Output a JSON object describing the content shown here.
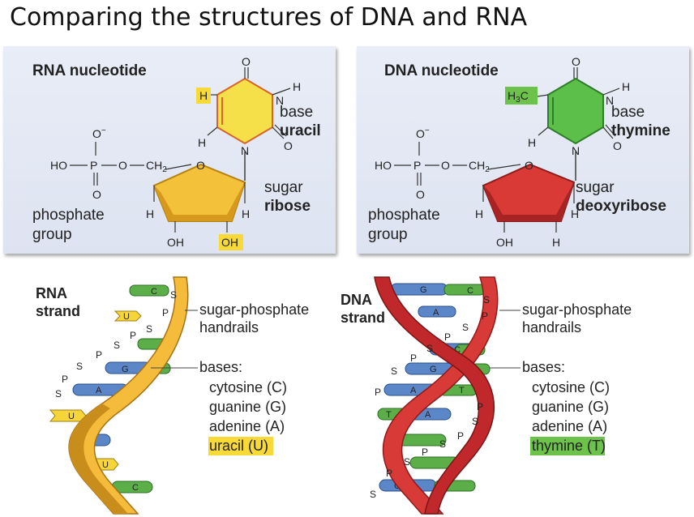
{
  "title": "Comparing the structures of DNA and RNA",
  "colors": {
    "panel_bg": "#e4e9f5",
    "yellow": "#f5c83a",
    "green": "#5bb845",
    "red": "#d33a3a",
    "blue": "#5b86c8",
    "highlight_yellow": "#f7d937",
    "highlight_green": "#6cc24a"
  },
  "rna": {
    "panel_title": "RNA nucleotide",
    "phosphate": [
      "phosphate",
      "group"
    ],
    "sugar": {
      "label": "sugar",
      "name": "ribose"
    },
    "base": {
      "label": "base",
      "name": "uracil"
    },
    "chem": {
      "O": "O",
      "O_minus": "O",
      "HO": "HO",
      "P": "P",
      "CH2": "CH",
      "sub2": "2",
      "H": "H",
      "N": "N",
      "OH": "OH"
    },
    "strand": {
      "title": [
        "RNA",
        "strand"
      ],
      "handrails": [
        "sugar-phosphate",
        "handrails"
      ],
      "bases_header": "bases:",
      "bases": [
        "cytosine (C)",
        "guanine (G)",
        "adenine (A)",
        "uracil (U)"
      ],
      "letters": {
        "P": "P",
        "S": "S",
        "C": "C",
        "G": "G",
        "A": "A",
        "U": "U"
      }
    }
  },
  "dna": {
    "panel_title": "DNA nucleotide",
    "phosphate": [
      "phosphate",
      "group"
    ],
    "sugar": {
      "label": "sugar",
      "name": "deoxyribose"
    },
    "base": {
      "label": "base",
      "name": "thymine"
    },
    "chem": {
      "O": "O",
      "O_minus": "O",
      "HO": "HO",
      "P": "P",
      "CH2": "CH",
      "sub2": "2",
      "H": "H",
      "N": "N",
      "OH": "OH",
      "H3C": "H",
      "sub3": "3",
      "C": "C"
    },
    "strand": {
      "title": [
        "DNA",
        "strand"
      ],
      "handrails": [
        "sugar-phosphate",
        "handrails"
      ],
      "bases_header": "bases:",
      "bases": [
        "cytosine (C)",
        "guanine (G)",
        "adenine (A)",
        "thymine (T)"
      ],
      "letters": {
        "P": "P",
        "S": "S",
        "C": "C",
        "G": "G",
        "A": "A",
        "T": "T"
      }
    }
  }
}
